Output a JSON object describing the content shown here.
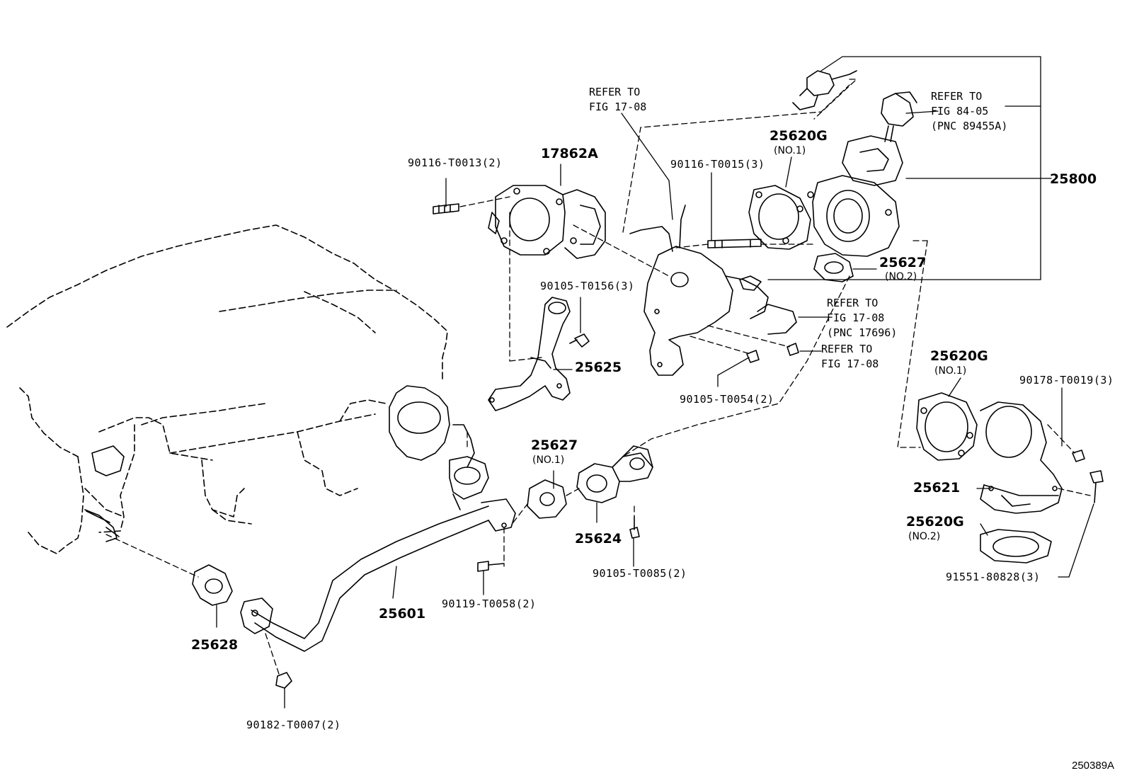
{
  "diagram_id": "250389A",
  "parts": {
    "p25800": "25800",
    "p17862A": "17862A",
    "p25620G_a": "25620G",
    "p25620G_a_sub": "(NO.1)",
    "p25627_a": "25627",
    "p25627_a_sub": "(NO.2)",
    "p25625": "25625",
    "p25620G_b": "25620G",
    "p25620G_b_sub": "(NO.1)",
    "p25621": "25621",
    "p25620G_c": "25620G",
    "p25620G_c_sub": "(NO.2)",
    "p25627_b": "25627",
    "p25627_b_sub": "(NO.1)",
    "p25624": "25624",
    "p25601": "25601",
    "p25628": "25628"
  },
  "fasteners": {
    "f1": "90116-T0013(2)",
    "f2": "90116-T0015(3)",
    "f3": "90105-T0156(3)",
    "f4": "90105-T0054(2)",
    "f5": "90178-T0019(3)",
    "f6": "91551-80828(3)",
    "f7": "90105-T0085(2)",
    "f8": "90119-T0058(2)",
    "f9": "90182-T0007(2)"
  },
  "references": {
    "r1": "REFER TO\nFIG 17-08",
    "r2": "REFER TO\nFIG 84-05\n(PNC 89455A)",
    "r3": "REFER TO\nFIG 17-08\n(PNC 17696)",
    "r4": "REFER TO\nFIG 17-08"
  }
}
